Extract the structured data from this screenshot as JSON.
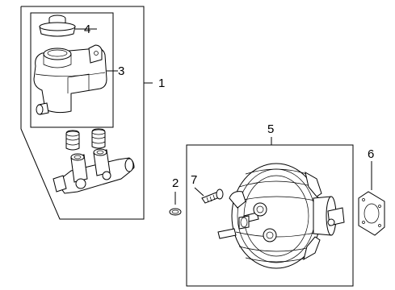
{
  "diagram": {
    "callouts": [
      "1",
      "2",
      "3",
      "4",
      "5",
      "6",
      "7"
    ]
  },
  "parts": {
    "reservoir_cap": "cap",
    "reservoir": "reservoir",
    "master_cylinder": "master-cylinder",
    "o_ring": "o-ring",
    "stud_bolt": "stud",
    "booster": "brake-booster",
    "gasket": "gasket"
  }
}
